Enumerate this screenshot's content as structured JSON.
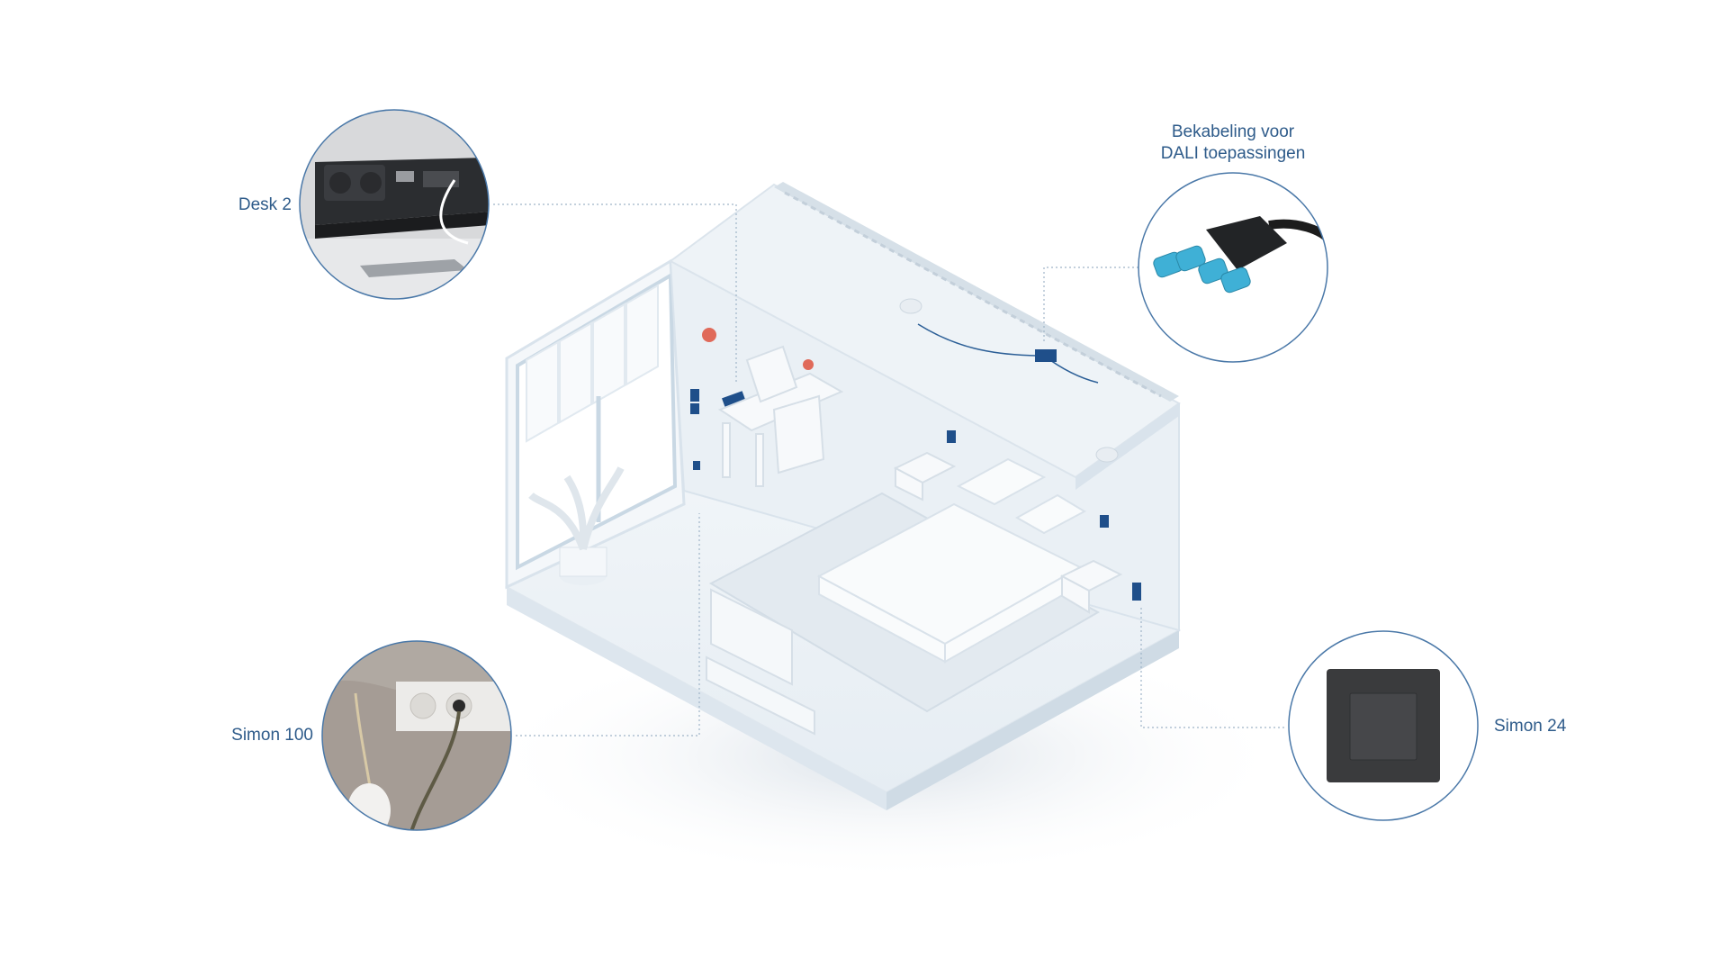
{
  "callouts": {
    "desk2": {
      "label": "Desk 2",
      "icon": "power-strip-photo"
    },
    "dali": {
      "label_line1": "Bekabeling voor",
      "label_line2": "DALI toepassingen",
      "icon": "dali-connector-photo"
    },
    "simon100": {
      "label": "Simon 100",
      "icon": "wall-socket-photo"
    },
    "simon24": {
      "label": "Simon 24",
      "icon": "light-switch-photo"
    }
  },
  "colors": {
    "label": "#2e5b8a",
    "circle_border": "#4a78a8",
    "leader_line": "#9fb4c8",
    "room_floor": "#eef3f7",
    "room_wall": "#dde6ee",
    "device_blue": "#1f4f8a",
    "connector_cyan": "#3fb0d6"
  }
}
